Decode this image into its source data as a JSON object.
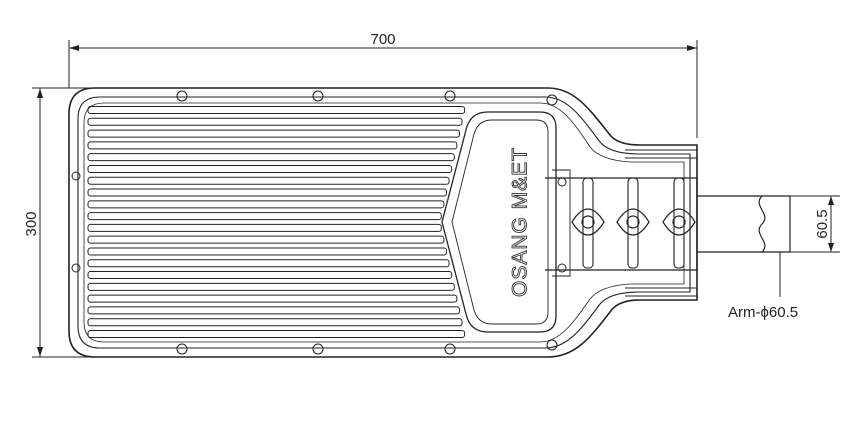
{
  "dimensions": {
    "width_label": "700",
    "height_label": "300",
    "arm_diameter_label": "60.5",
    "arm_callout": "Arm-ϕ60.5"
  },
  "body": {
    "brand": "OSANG M&ET",
    "fin_count": 20
  },
  "colors": {
    "line": "#222222",
    "background": "#ffffff"
  }
}
